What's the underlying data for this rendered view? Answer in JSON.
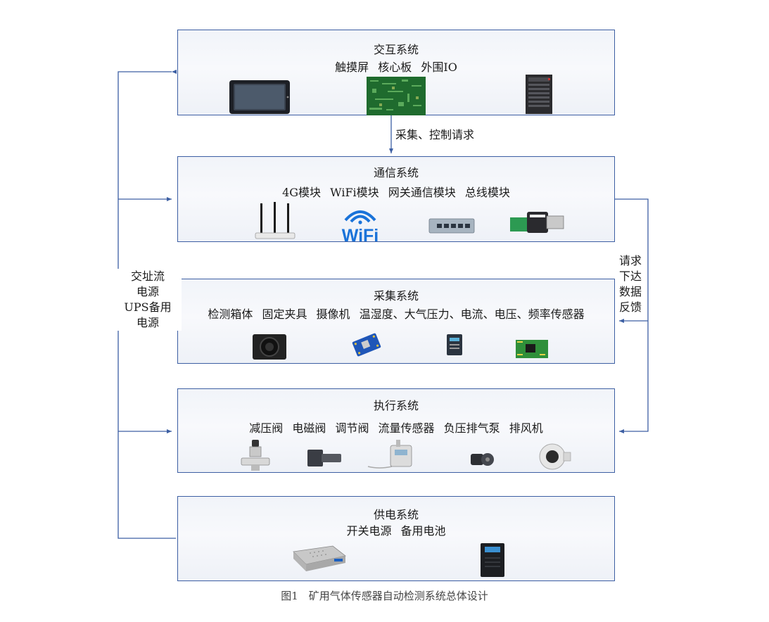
{
  "systems": {
    "interaction": {
      "title": "交互系统",
      "items": [
        "触摸屏",
        "核心板",
        "外围IO"
      ]
    },
    "communication": {
      "title": "通信系统",
      "items": [
        "4G模块",
        "WiFi模块",
        "网关通信模块",
        "总线模块"
      ]
    },
    "acquisition": {
      "title": "采集系统",
      "items": [
        "检测箱体",
        "固定夹具",
        "摄像机",
        "温湿度、大气压力、电流、电压、频率传感器"
      ]
    },
    "execution": {
      "title": "执行系统",
      "items": [
        "减压阀",
        "电磁阀",
        "调节阀",
        "流量传感器",
        "负压排气泵",
        "排风机"
      ]
    },
    "power": {
      "title": "供电系统",
      "items": [
        "开关电源",
        "备用电池"
      ]
    }
  },
  "arrow_labels": {
    "request": "采集、控制请求",
    "right_lines": [
      "请求",
      "下达",
      "数据",
      "反馈"
    ],
    "left_lines": [
      "交址流",
      "电源",
      "UPS备用",
      "电源"
    ]
  },
  "wifi_text": "WiFi",
  "caption": "图1　矿用气体传感器自动检测系统总体设计",
  "colors": {
    "line": "#3d5fa3",
    "wifi": "#1a73d9"
  }
}
